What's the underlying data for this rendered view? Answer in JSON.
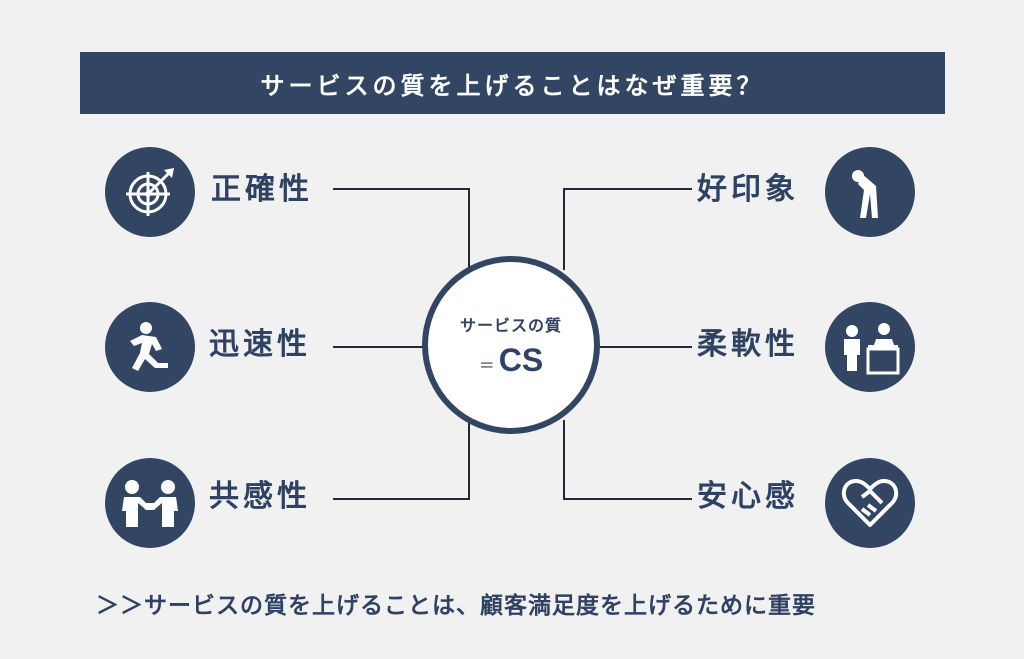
{
  "title": "サービスの質を上げることはなぜ重要？",
  "center": {
    "title": "サービスの質",
    "equals": "＝",
    "abbr": "CS"
  },
  "items": [
    {
      "label": "正確性",
      "icon": "target-icon"
    },
    {
      "label": "迅速性",
      "icon": "running-person-icon"
    },
    {
      "label": "共感性",
      "icon": "handshake-people-icon"
    },
    {
      "label": "好印象",
      "icon": "bowing-person-icon"
    },
    {
      "label": "柔軟性",
      "icon": "reception-desk-icon"
    },
    {
      "label": "安心感",
      "icon": "heart-handshake-icon"
    }
  ],
  "footer": "＞＞サービスの質を上げることは、顧客満足度を上げるために重要",
  "colors": {
    "primary": "#324664",
    "background": "#f1f1f1",
    "white": "#ffffff"
  }
}
